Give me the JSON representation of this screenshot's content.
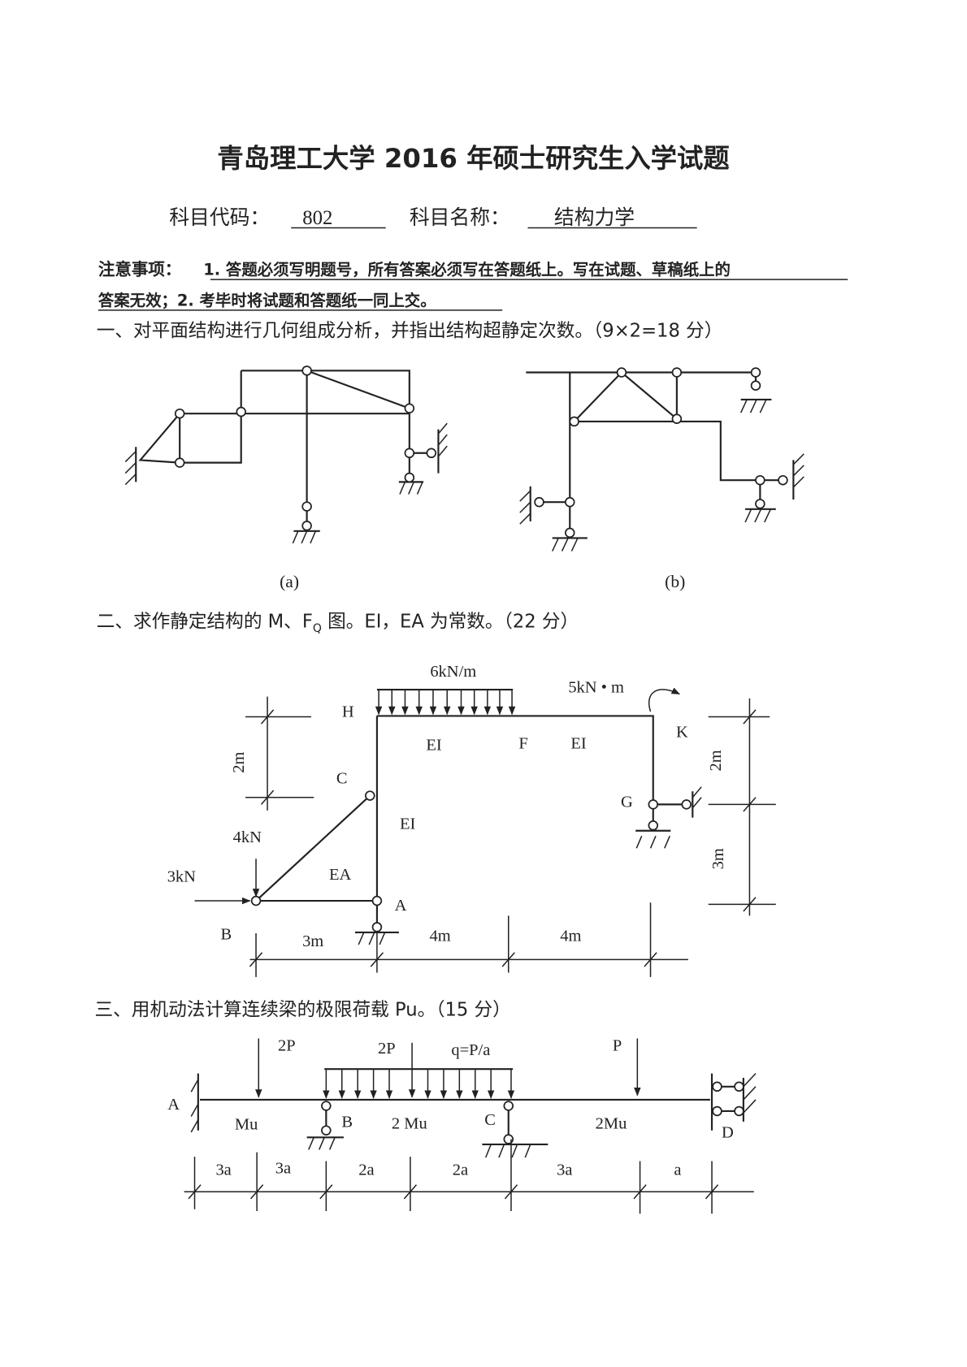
{
  "title": "青岛理工大学 2016 年硕士研究生入学试题",
  "subject": {
    "code_label": "科目代码：",
    "code": "802",
    "name_label": "科目名称：",
    "name": "结构力学"
  },
  "notice": {
    "label": "注意事项：",
    "line1": "1. 答题必须写明题号，所有答案必须写在答题纸上。写在试题、草稿纸上的",
    "line2": "答案无效；2. 考毕时将试题和答题纸一同上交。"
  },
  "q1": {
    "text": "一、对平面结构进行几何组成分析，并指出结构超静定次数。（9×2=18 分）",
    "fig_a": "(a)",
    "fig_b": "(b)"
  },
  "q2": {
    "text": "二、求作静定结构的 M、F",
    "sub": "Q",
    "text2": " 图。EI，EA 为常数。（22 分）",
    "labels": {
      "load": "6kN/m",
      "moment": "5kN • m",
      "H": "H",
      "EI1": "EI",
      "F": "F",
      "EI2": "EI",
      "K": "K",
      "C": "C",
      "EI3": "EI",
      "G": "G",
      "P4": "4kN",
      "EA": "EA",
      "P3": "3kN",
      "A": "A",
      "B": "B",
      "d1": "3m",
      "d2": "4m",
      "d3": "4m",
      "h1": "2m",
      "h2": "2m",
      "h3": "3m"
    }
  },
  "q3": {
    "text": "三、用机动法计算连续梁的极限荷载 Pu。（15 分）",
    "labels": {
      "A": "A",
      "P1": "2P",
      "P2": "2P",
      "q": "q=P/a",
      "P3": "P",
      "Mu1": "Mu",
      "B": "B",
      "Mu2": "2 Mu",
      "C": "C",
      "Mu3": "2Mu",
      "D": "D",
      "d1": "3a",
      "d2": "3a",
      "d3": "2a",
      "d4": "2a",
      "d5": "3a",
      "d6": "a"
    }
  }
}
